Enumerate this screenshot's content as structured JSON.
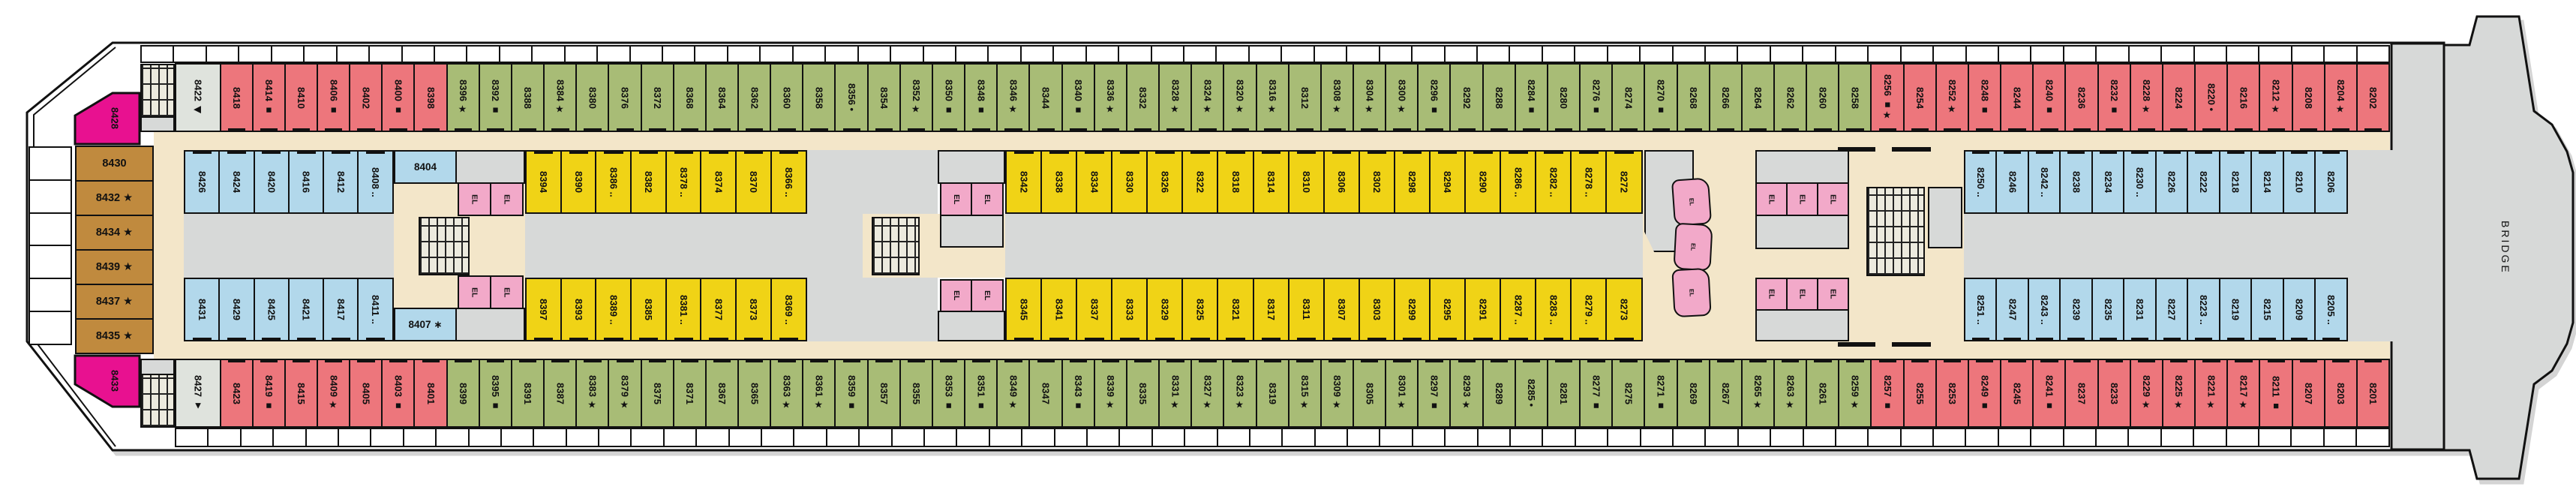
{
  "title": "Deck 8 cruise ship deck plan",
  "labels": {
    "el": "EL",
    "bridge": "BRIDGE"
  },
  "colors": {
    "balcony_red": "#ed767c",
    "balcony_green": "#a8bc76",
    "interior_yellow": "#f0d316",
    "interior_blue": "#b2d8eb",
    "elevator_pink": "#f2a9c9",
    "suite_magenta": "#e81190",
    "aft_brown": "#c08a3e",
    "corridor_tan": "#f3e6c9",
    "room_gray": "#d7d9d8",
    "label_gray": "#dfe3dd",
    "outline": "#111111"
  },
  "symbols_seen": [
    "★",
    "■",
    "•",
    "..",
    "∗",
    "◀",
    "▼"
  ],
  "outer_top": [
    {
      "t": "8422 ◀",
      "c": "lbl"
    },
    {
      "t": "8418",
      "c": "r"
    },
    {
      "t": "8414 ■",
      "c": "r"
    },
    {
      "t": "8410",
      "c": "r"
    },
    {
      "t": "8406 ■",
      "c": "r"
    },
    {
      "t": "8402",
      "c": "r"
    },
    {
      "t": "8400 ■",
      "c": "r"
    },
    {
      "t": "8398",
      "c": "r"
    },
    {
      "t": "8396 ★",
      "c": "g"
    },
    {
      "t": "8392 ■",
      "c": "g"
    },
    {
      "t": "8388",
      "c": "g"
    },
    {
      "t": "8384 ★",
      "c": "g"
    },
    {
      "t": "8380",
      "c": "g"
    },
    {
      "t": "8376",
      "c": "g"
    },
    {
      "t": "8372",
      "c": "g"
    },
    {
      "t": "8368",
      "c": "g"
    },
    {
      "t": "8364",
      "c": "g"
    },
    {
      "t": "8362",
      "c": "g"
    },
    {
      "t": "8360",
      "c": "g"
    },
    {
      "t": "8358",
      "c": "g"
    },
    {
      "t": "8356 •",
      "c": "g"
    },
    {
      "t": "8354",
      "c": "g"
    },
    {
      "t": "8352 ★",
      "c": "g"
    },
    {
      "t": "8350 ■",
      "c": "g"
    },
    {
      "t": "8348 ■",
      "c": "g"
    },
    {
      "t": "8346 ★",
      "c": "g"
    },
    {
      "t": "8344",
      "c": "g"
    },
    {
      "t": "8340 ■",
      "c": "g"
    },
    {
      "t": "8336 ★",
      "c": "g"
    },
    {
      "t": "8332",
      "c": "g"
    },
    {
      "t": "8328 ★",
      "c": "g"
    },
    {
      "t": "8324 ★",
      "c": "g"
    },
    {
      "t": "8320 ★",
      "c": "g"
    },
    {
      "t": "8316 ★",
      "c": "g"
    },
    {
      "t": "8312",
      "c": "g"
    },
    {
      "t": "8308 ★",
      "c": "g"
    },
    {
      "t": "8304 ★",
      "c": "g"
    },
    {
      "t": "8300 ★",
      "c": "g"
    },
    {
      "t": "8296 ■",
      "c": "g"
    },
    {
      "t": "8292",
      "c": "g"
    },
    {
      "t": "8288",
      "c": "g"
    },
    {
      "t": "8284 ■",
      "c": "g"
    },
    {
      "t": "8280",
      "c": "g"
    },
    {
      "t": "8276 ■",
      "c": "g"
    },
    {
      "t": "8274",
      "c": "g"
    },
    {
      "t": "8270 ■",
      "c": "g"
    },
    {
      "t": "8268",
      "c": "g"
    },
    {
      "t": "8266",
      "c": "g"
    },
    {
      "t": "8264",
      "c": "g"
    },
    {
      "t": "8262",
      "c": "g"
    },
    {
      "t": "8260",
      "c": "g"
    },
    {
      "t": "8258",
      "c": "g"
    },
    {
      "t": "8256 ■★",
      "c": "r"
    },
    {
      "t": "8254",
      "c": "r"
    },
    {
      "t": "8252 ★",
      "c": "r"
    },
    {
      "t": "8248 ■",
      "c": "r"
    },
    {
      "t": "8244",
      "c": "r"
    },
    {
      "t": "8240 ■",
      "c": "r"
    },
    {
      "t": "8236",
      "c": "r"
    },
    {
      "t": "8232 ■",
      "c": "r"
    },
    {
      "t": "8228 ★",
      "c": "r"
    },
    {
      "t": "8224",
      "c": "r"
    },
    {
      "t": "8220 •",
      "c": "r"
    },
    {
      "t": "8216",
      "c": "r"
    },
    {
      "t": "8212 ★",
      "c": "r"
    },
    {
      "t": "8208",
      "c": "r"
    },
    {
      "t": "8204 ★",
      "c": "r"
    },
    {
      "t": "8202",
      "c": "r"
    }
  ],
  "outer_bottom": [
    {
      "t": "8427 ▼",
      "c": "lbl"
    },
    {
      "t": "8423",
      "c": "r"
    },
    {
      "t": "8419 ■",
      "c": "r"
    },
    {
      "t": "8415",
      "c": "r"
    },
    {
      "t": "8409 ★",
      "c": "r"
    },
    {
      "t": "8405",
      "c": "r"
    },
    {
      "t": "8403 ■",
      "c": "r"
    },
    {
      "t": "8401",
      "c": "r"
    },
    {
      "t": "8399",
      "c": "g"
    },
    {
      "t": "8395 ■",
      "c": "g"
    },
    {
      "t": "8391",
      "c": "g"
    },
    {
      "t": "8387",
      "c": "g"
    },
    {
      "t": "8383 ★",
      "c": "g"
    },
    {
      "t": "8379 ★",
      "c": "g"
    },
    {
      "t": "8375",
      "c": "g"
    },
    {
      "t": "8371",
      "c": "g"
    },
    {
      "t": "8367",
      "c": "g"
    },
    {
      "t": "8365",
      "c": "g"
    },
    {
      "t": "8363 ★",
      "c": "g"
    },
    {
      "t": "8361 ★",
      "c": "g"
    },
    {
      "t": "8359 ■",
      "c": "g"
    },
    {
      "t": "8357",
      "c": "g"
    },
    {
      "t": "8355",
      "c": "g"
    },
    {
      "t": "8353 ■",
      "c": "g"
    },
    {
      "t": "8351 ■",
      "c": "g"
    },
    {
      "t": "8349 ★",
      "c": "g"
    },
    {
      "t": "8347",
      "c": "g"
    },
    {
      "t": "8343 ■",
      "c": "g"
    },
    {
      "t": "8339 ★",
      "c": "g"
    },
    {
      "t": "8335",
      "c": "g"
    },
    {
      "t": "8331 ★",
      "c": "g"
    },
    {
      "t": "8327 ★",
      "c": "g"
    },
    {
      "t": "8323 ★",
      "c": "g"
    },
    {
      "t": "8319",
      "c": "g"
    },
    {
      "t": "8315 ★",
      "c": "g"
    },
    {
      "t": "8309 ★",
      "c": "g"
    },
    {
      "t": "8305",
      "c": "g"
    },
    {
      "t": "8301 ★",
      "c": "g"
    },
    {
      "t": "8297 ■",
      "c": "g"
    },
    {
      "t": "8293 ★",
      "c": "g"
    },
    {
      "t": "8289",
      "c": "g"
    },
    {
      "t": "8285 •",
      "c": "g"
    },
    {
      "t": "8281",
      "c": "g"
    },
    {
      "t": "8277 ■",
      "c": "g"
    },
    {
      "t": "8275",
      "c": "g"
    },
    {
      "t": "8271 ■",
      "c": "g"
    },
    {
      "t": "8269",
      "c": "g"
    },
    {
      "t": "8267",
      "c": "g"
    },
    {
      "t": "8265 ★",
      "c": "g"
    },
    {
      "t": "8263 ★",
      "c": "g"
    },
    {
      "t": "8261",
      "c": "g"
    },
    {
      "t": "8259 ★",
      "c": "g"
    },
    {
      "t": "8257 ■",
      "c": "r"
    },
    {
      "t": "8255",
      "c": "r"
    },
    {
      "t": "8253",
      "c": "r"
    },
    {
      "t": "8249 ■",
      "c": "r"
    },
    {
      "t": "8245",
      "c": "r"
    },
    {
      "t": "8241 ■",
      "c": "r"
    },
    {
      "t": "8237",
      "c": "r"
    },
    {
      "t": "8233",
      "c": "r"
    },
    {
      "t": "8229 ★",
      "c": "r"
    },
    {
      "t": "8225 ★",
      "c": "r"
    },
    {
      "t": "8221 ★",
      "c": "r"
    },
    {
      "t": "8217 ★",
      "c": "r"
    },
    {
      "t": "8211 ■",
      "c": "r"
    },
    {
      "t": "8207",
      "c": "r"
    },
    {
      "t": "8203",
      "c": "r"
    },
    {
      "t": "8201",
      "c": "r"
    }
  ],
  "interior_top": {
    "blue1": [
      {
        "t": "8426",
        "c": "b"
      },
      {
        "t": "8424",
        "c": "b"
      },
      {
        "t": "8420",
        "c": "b"
      },
      {
        "t": "8416",
        "c": "b"
      },
      {
        "t": "8412",
        "c": "b"
      },
      {
        "t": "8408 ..",
        "c": "b"
      }
    ],
    "cabin_8404": "8404",
    "yellow1": [
      {
        "t": "8394",
        "c": "y"
      },
      {
        "t": "8390",
        "c": "y"
      },
      {
        "t": "8386 ..",
        "c": "y"
      },
      {
        "t": "8382",
        "c": "y"
      },
      {
        "t": "8378 ..",
        "c": "y"
      },
      {
        "t": "8374",
        "c": "y"
      },
      {
        "t": "8370",
        "c": "y"
      },
      {
        "t": "8366 ..",
        "c": "y"
      }
    ],
    "yellow2": [
      {
        "t": "8342",
        "c": "y"
      },
      {
        "t": "8338",
        "c": "y"
      },
      {
        "t": "8334",
        "c": "y"
      },
      {
        "t": "8330",
        "c": "y"
      },
      {
        "t": "8326",
        "c": "y"
      },
      {
        "t": "8322",
        "c": "y"
      },
      {
        "t": "8318",
        "c": "y"
      },
      {
        "t": "8314",
        "c": "y"
      },
      {
        "t": "8310",
        "c": "y"
      },
      {
        "t": "8306",
        "c": "y"
      },
      {
        "t": "8302",
        "c": "y"
      },
      {
        "t": "8298",
        "c": "y"
      },
      {
        "t": "8294",
        "c": "y"
      },
      {
        "t": "8290",
        "c": "y"
      },
      {
        "t": "8286 ..",
        "c": "y"
      },
      {
        "t": "8282 ..",
        "c": "y"
      },
      {
        "t": "8278 ..",
        "c": "y"
      },
      {
        "t": "8272",
        "c": "y"
      }
    ],
    "blue2": [
      {
        "t": "8250 ..",
        "c": "b"
      },
      {
        "t": "8246",
        "c": "b"
      },
      {
        "t": "8242 ..",
        "c": "b"
      },
      {
        "t": "8238",
        "c": "b"
      },
      {
        "t": "8234",
        "c": "b"
      },
      {
        "t": "8230 ..",
        "c": "b"
      },
      {
        "t": "8226",
        "c": "b"
      },
      {
        "t": "8222",
        "c": "b"
      },
      {
        "t": "8218",
        "c": "b"
      },
      {
        "t": "8214",
        "c": "b"
      },
      {
        "t": "8210",
        "c": "b"
      },
      {
        "t": "8206",
        "c": "b"
      }
    ]
  },
  "interior_bottom": {
    "blue1": [
      {
        "t": "8431",
        "c": "b"
      },
      {
        "t": "8429",
        "c": "b"
      },
      {
        "t": "8425",
        "c": "b"
      },
      {
        "t": "8421",
        "c": "b"
      },
      {
        "t": "8417",
        "c": "b"
      },
      {
        "t": "8411 ..",
        "c": "b"
      }
    ],
    "cabin_8407": "8407 ∗",
    "yellow1": [
      {
        "t": "8397",
        "c": "y"
      },
      {
        "t": "8393",
        "c": "y"
      },
      {
        "t": "8389 ..",
        "c": "y"
      },
      {
        "t": "8385",
        "c": "y"
      },
      {
        "t": "8381 ..",
        "c": "y"
      },
      {
        "t": "8377",
        "c": "y"
      },
      {
        "t": "8373",
        "c": "y"
      },
      {
        "t": "8369 ..",
        "c": "y"
      }
    ],
    "yellow2": [
      {
        "t": "8345",
        "c": "y"
      },
      {
        "t": "8341",
        "c": "y"
      },
      {
        "t": "8337",
        "c": "y"
      },
      {
        "t": "8333",
        "c": "y"
      },
      {
        "t": "8329",
        "c": "y"
      },
      {
        "t": "8325",
        "c": "y"
      },
      {
        "t": "8321",
        "c": "y"
      },
      {
        "t": "8317",
        "c": "y"
      },
      {
        "t": "8311",
        "c": "y"
      },
      {
        "t": "8307",
        "c": "y"
      },
      {
        "t": "8303",
        "c": "y"
      },
      {
        "t": "8299",
        "c": "y"
      },
      {
        "t": "8295",
        "c": "y"
      },
      {
        "t": "8291",
        "c": "y"
      },
      {
        "t": "8287 ..",
        "c": "y"
      },
      {
        "t": "8283 ..",
        "c": "y"
      },
      {
        "t": "8279 ..",
        "c": "y"
      },
      {
        "t": "8273",
        "c": "y"
      }
    ],
    "blue2": [
      {
        "t": "8251 ..",
        "c": "b"
      },
      {
        "t": "8247",
        "c": "b"
      },
      {
        "t": "8243 ..",
        "c": "b"
      },
      {
        "t": "8239",
        "c": "b"
      },
      {
        "t": "8235",
        "c": "b"
      },
      {
        "t": "8231",
        "c": "b"
      },
      {
        "t": "8227",
        "c": "b"
      },
      {
        "t": "8223 ..",
        "c": "b"
      },
      {
        "t": "8219",
        "c": "b"
      },
      {
        "t": "8215",
        "c": "b"
      },
      {
        "t": "8209",
        "c": "b"
      },
      {
        "t": "8205 ..",
        "c": "b"
      }
    ]
  },
  "stern": {
    "pink_top": "8428",
    "pink_bottom": "8433",
    "side_cabins": [
      "8430",
      "8432 ★",
      "8434 ★",
      "8439 ★",
      "8437 ★",
      "8435 ★"
    ]
  }
}
